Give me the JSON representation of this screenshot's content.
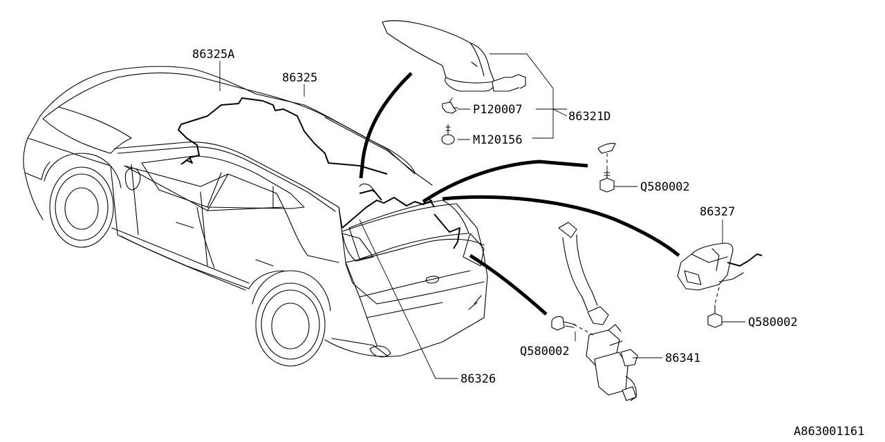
{
  "diagram": {
    "labels": {
      "harness_roof_a": "86325A",
      "harness_roof": "86325",
      "antenna_assy": "86321D",
      "clip": "P120007",
      "screw_antenna": "M120156",
      "bolt_upper": "Q580002",
      "module": "86327",
      "bolt_right": "Q580002",
      "bolt_lower": "Q580002",
      "amplifier": "86341",
      "harness_rear_gate": "86326"
    },
    "figure_code": "A863001161"
  }
}
